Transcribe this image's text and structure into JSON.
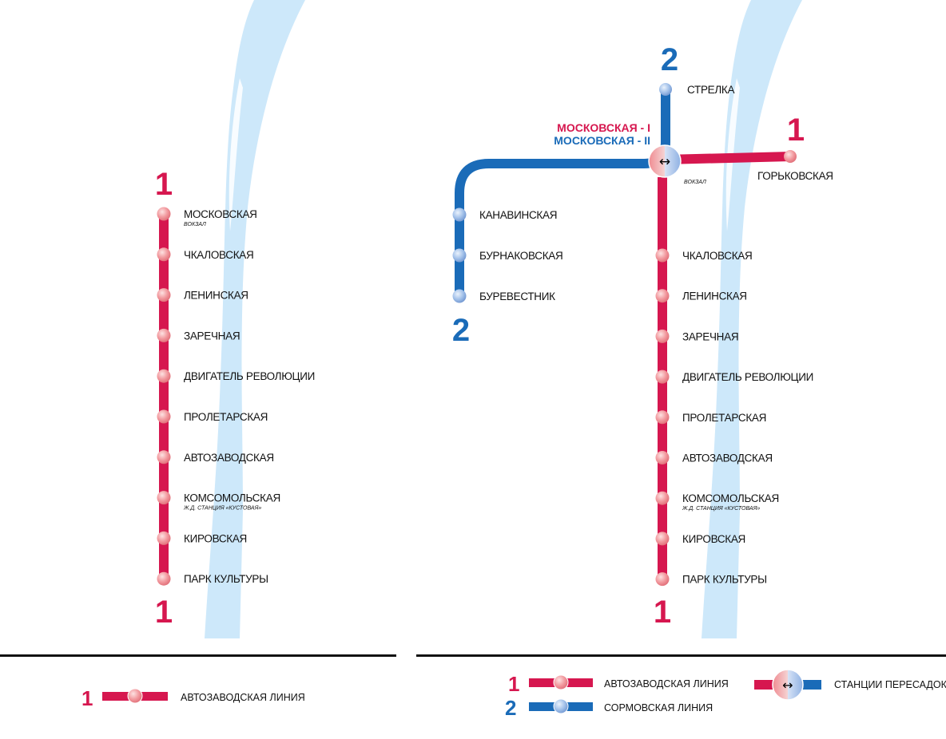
{
  "colors": {
    "line1": "#d6174f",
    "line2": "#1a6bb8",
    "river": "#cde8fa",
    "station_line1": "#f0a0a6",
    "station_line2": "#9cbce6"
  },
  "left_map": {
    "line_number_top": "1",
    "line_number_bottom": "1",
    "stations": [
      {
        "name": "МОСКОВСКАЯ",
        "sub": "ВОКЗАЛ"
      },
      {
        "name": "ЧКАЛОВСКАЯ",
        "sub": ""
      },
      {
        "name": "ЛЕНИНСКАЯ",
        "sub": ""
      },
      {
        "name": "ЗАРЕЧНАЯ",
        "sub": ""
      },
      {
        "name": "ДВИГАТЕЛЬ РЕВОЛЮЦИИ",
        "sub": ""
      },
      {
        "name": "ПРОЛЕТАРСКАЯ",
        "sub": ""
      },
      {
        "name": "АВТОЗАВОДСКАЯ",
        "sub": ""
      },
      {
        "name": "КОМСОМОЛЬСКАЯ",
        "sub": "Ж.Д. СТАНЦИЯ «КУСТОВАЯ»"
      },
      {
        "name": "КИРОВСКАЯ",
        "sub": ""
      },
      {
        "name": "ПАРК КУЛЬТУРЫ",
        "sub": ""
      }
    ],
    "legend": {
      "number": "1",
      "label": "АВТОЗАВОДСКАЯ ЛИНИЯ"
    }
  },
  "right_map": {
    "line1_number_top": "1",
    "line1_number_bottom": "1",
    "line2_number_top": "2",
    "line2_number_bottom": "2",
    "transfer": {
      "name_line1": "МОСКОВСКАЯ - I",
      "name_line2": "МОСКОВСКАЯ - II",
      "sub": "ВОКЗАЛ",
      "symbol": "↔"
    },
    "line2_north_station": "СТРЕЛКА",
    "line1_east_station": "ГОРЬКОВСКАЯ",
    "line2_west_stations": [
      "КАНАВИНСКАЯ",
      "БУРНАКОВСКАЯ",
      "БУРЕВЕСТНИК"
    ],
    "line1_south_stations": [
      {
        "name": "ЧКАЛОВСКАЯ",
        "sub": ""
      },
      {
        "name": "ЛЕНИНСКАЯ",
        "sub": ""
      },
      {
        "name": "ЗАРЕЧНАЯ",
        "sub": ""
      },
      {
        "name": "ДВИГАТЕЛЬ РЕВОЛЮЦИИ",
        "sub": ""
      },
      {
        "name": "ПРОЛЕТАРСКАЯ",
        "sub": ""
      },
      {
        "name": "АВТОЗАВОДСКАЯ",
        "sub": ""
      },
      {
        "name": "КОМСОМОЛЬСКАЯ",
        "sub": "Ж.Д. СТАНЦИЯ «КУСТОВАЯ»"
      },
      {
        "name": "КИРОВСКАЯ",
        "sub": ""
      },
      {
        "name": "ПАРК КУЛЬТУРЫ",
        "sub": ""
      }
    ],
    "legend": {
      "line1": {
        "number": "1",
        "label": "АВТОЗАВОДСКАЯ ЛИНИЯ"
      },
      "line2": {
        "number": "2",
        "label": "СОРМОВСКАЯ ЛИНИЯ"
      },
      "transfer": {
        "label": "СТАНЦИИ ПЕРЕСАДОК",
        "symbol": "↔"
      }
    }
  }
}
